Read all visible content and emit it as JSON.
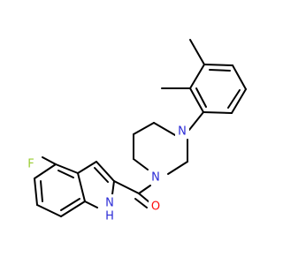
{
  "molecule": {
    "atoms": {
      "fluorine": {
        "symbol": "F",
        "color": "#9acd32"
      },
      "oxygen": {
        "symbol": "O",
        "color": "#ff0d0d"
      },
      "nitrogen_top": {
        "symbol": "N",
        "color": "#2b2bd6"
      },
      "nitrogen_bottom": {
        "symbol": "N",
        "color": "#2b2bd6"
      },
      "indole_nh": {
        "symbol": "N",
        "color": "#2b2bd6"
      },
      "indole_h": {
        "symbol": "H",
        "color": "#2b2bd6"
      }
    }
  }
}
